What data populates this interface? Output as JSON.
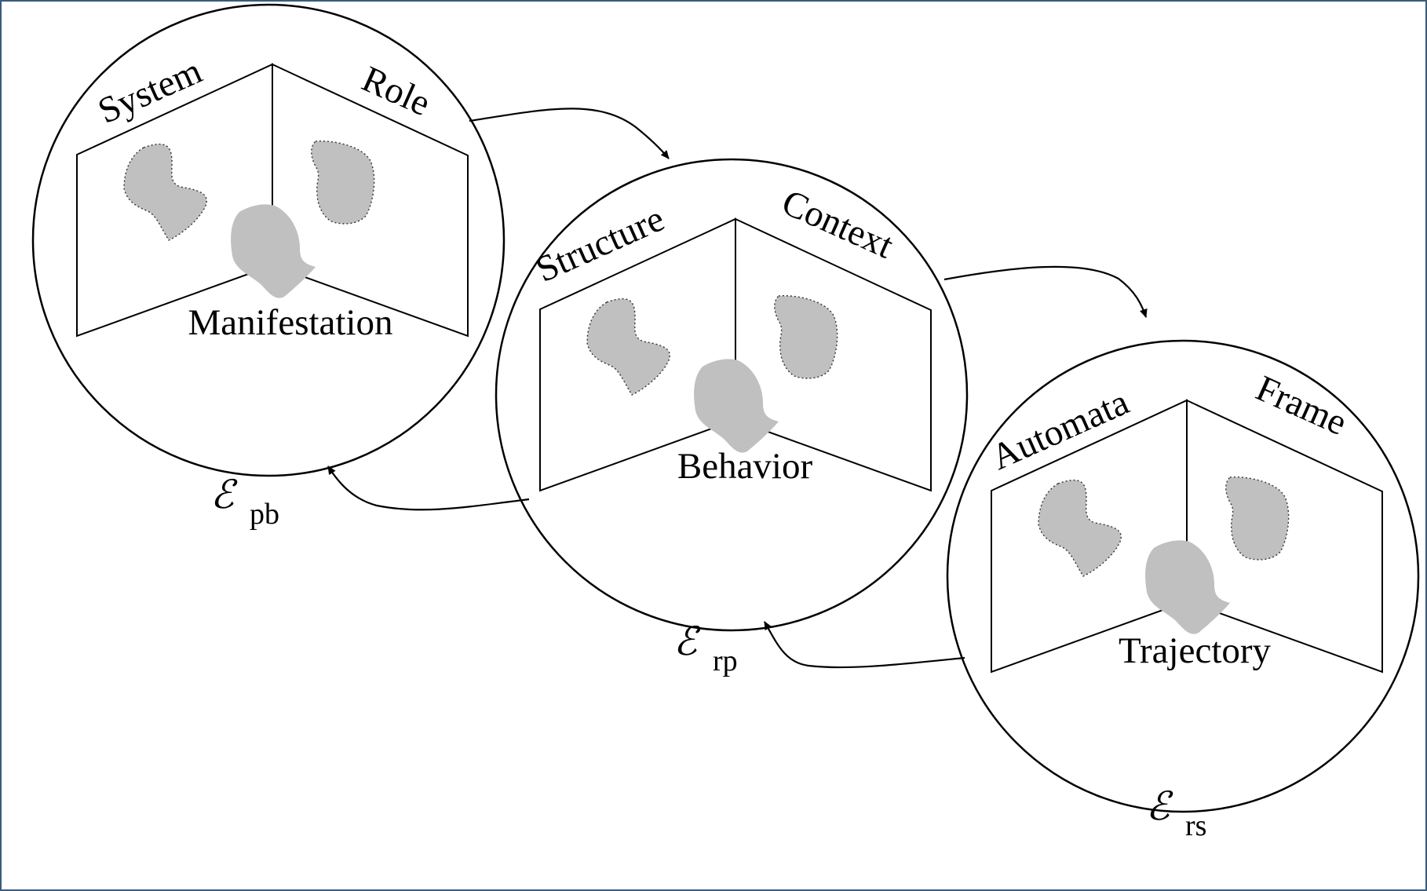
{
  "diagram": {
    "modules": [
      {
        "left_label": "System",
        "right_label": "Role",
        "center_label": "Manifestation",
        "symbol": "ℰ",
        "subscript": "pb"
      },
      {
        "left_label": "Structure",
        "right_label": "Context",
        "center_label": "Behavior",
        "symbol": "ℰ",
        "subscript": "rp"
      },
      {
        "left_label": "Automata",
        "right_label": "Frame",
        "center_label": "Trajectory",
        "symbol": "ℰ",
        "subscript": "rs"
      }
    ]
  },
  "colors": {
    "border": "#3b5a7a",
    "shape_fill": "#c0c0c0",
    "line": "#000000"
  }
}
